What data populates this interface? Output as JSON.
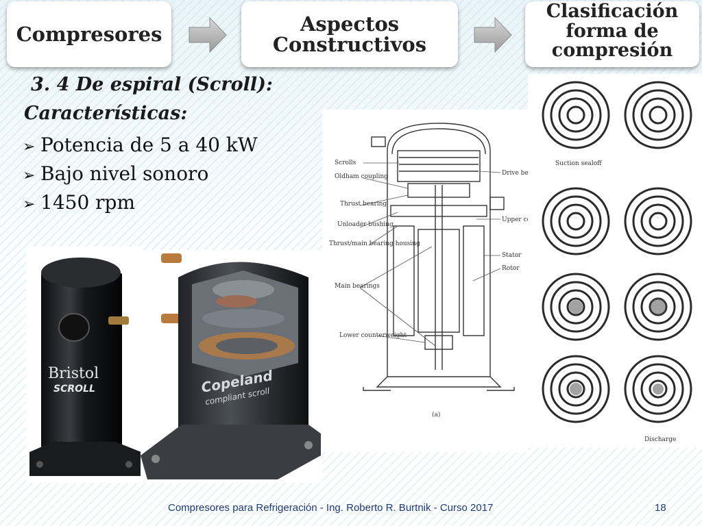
{
  "header": {
    "step1": "Compresores",
    "step2": "Aspectos Constructivos",
    "step3": "Clasificación forma de compresión"
  },
  "content": {
    "section_title": "3. 4 De espiral (Scroll):",
    "characteristics_heading": "Características:",
    "bullets": [
      "Potencia de 5 a 40 kW",
      "Bajo nivel sonoro",
      "1450 rpm"
    ]
  },
  "photo_left": {
    "brand_line1": "Bristol",
    "brand_line2": "SCROLL"
  },
  "photo_right": {
    "brand_line1": "Copeland",
    "brand_line2": "compliant scroll"
  },
  "diagram": {
    "labels_left": [
      "Scrolls",
      "Oldham coupling",
      "Thrust bearing",
      "Unloader bushing",
      "Thrust/main bearing housing",
      "Main bearings",
      "Lower counterweight"
    ],
    "labels_right": [
      "Drive bearing",
      "Upper counter weight",
      "Stator",
      "Rotor"
    ],
    "caption": "(a)"
  },
  "spirals": {
    "label_top": "Suction sealoff",
    "label_bottom": "Discharge"
  },
  "footer": {
    "text": "Compresores para Refrigeración -  Ing. Roberto R. Burtnik -  Curso 2017",
    "page": "18"
  },
  "colors": {
    "footer_text": "#1f3b73",
    "arrow": "#b0b0b0",
    "compressor_body": "#1b1d20"
  }
}
